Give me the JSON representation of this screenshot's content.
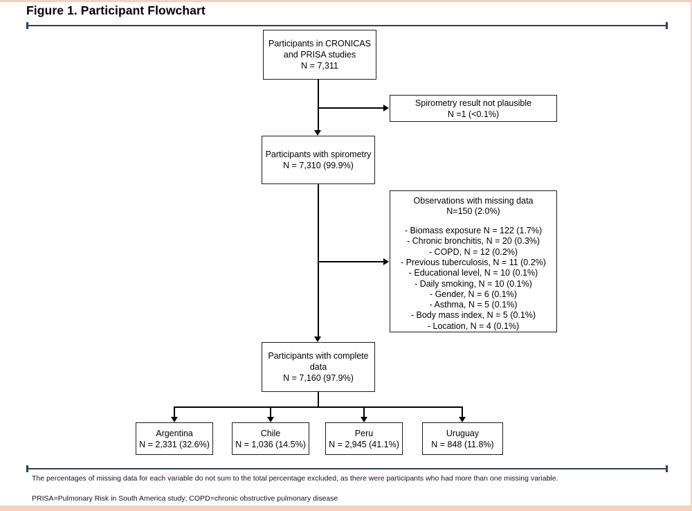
{
  "colors": {
    "accent_rule": "#2e3e5e",
    "page_border": "#f6d0b8",
    "box_border": "#1a1a1a",
    "text": "#000000"
  },
  "page": {
    "title": "Figure 1. Participant Flowchart",
    "footnote_1": "The percentages of missing data for each variable do not sum to the total percentage excluded, as there were participants who had more than one missing variable.",
    "footnote_2": "PRISA=Pulmonary Risk in South America study; COPD=chronic obstructive pulmonary disease"
  },
  "flowchart": {
    "total": {
      "text": "Participants in CRONICAS\nand PRISA studies",
      "n": "N = 7,311"
    },
    "spirometry_excluded": {
      "text": "Spirometry result not plausible",
      "n": "N =1 (<0.1%)"
    },
    "with_spirometry": {
      "text": "Participants with spirometry",
      "n": "N = 7,310 (99.9%)"
    },
    "missing": {
      "title": "Observations with missing data",
      "n": "N=150 (2.0%)",
      "items": [
        "- Biomass exposure N = 122 (1.7%)",
        "- Chronic bronchitis, N = 20 (0.3%)",
        "- COPD, N = 12 (0.2%)",
        "- Previous tuberculosis, N = 11 (0.2%)",
        "- Educational level, N = 10 (0.1%)",
        "- Daily smoking, N = 10 (0.1%)",
        "- Gender, N = 6 (0.1%)",
        "- Asthma, N = 5 (0.1%)",
        "- Body mass index, N = 5 (0.1%)",
        "- Location, N = 4 (0.1%)"
      ]
    },
    "complete": {
      "text": "Participants with complete\ndata",
      "n": "N = 7,160 (97.9%)"
    },
    "countries": [
      {
        "name": "Argentina",
        "n": "N = 2,331 (32.6%)"
      },
      {
        "name": "Chile",
        "n": "N = 1,036 (14.5%)"
      },
      {
        "name": "Peru",
        "n": "N = 2,945 (41.1%)"
      },
      {
        "name": "Uruguay",
        "n": "N = 848 (11.8%)"
      }
    ]
  }
}
